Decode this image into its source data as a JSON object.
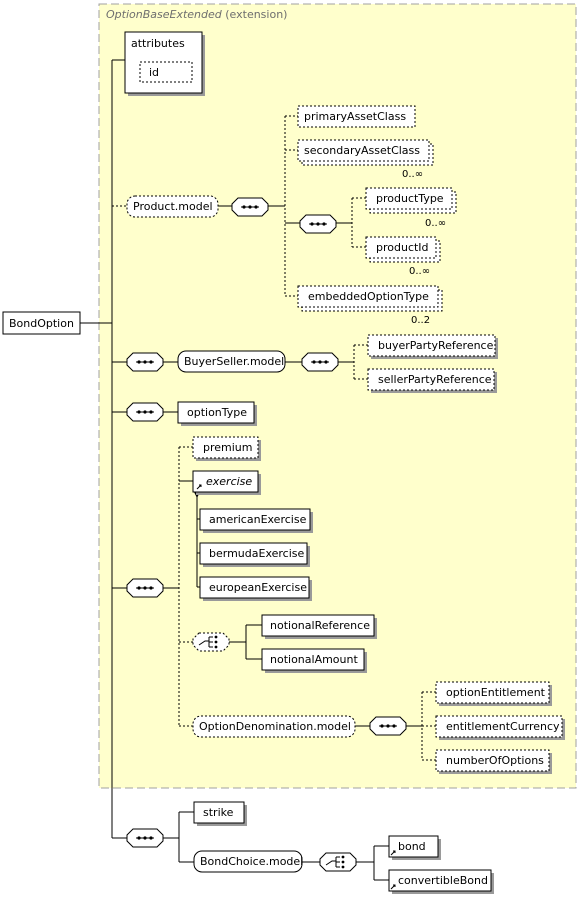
{
  "extension": {
    "base_type": "OptionBaseExtended",
    "kind": "(extension)",
    "fill": "#ffffcc",
    "border": "#a0a0a0"
  },
  "root": {
    "label": "BondOption"
  },
  "attributes": {
    "label": "attributes",
    "id": "id"
  },
  "product": {
    "group": "Product.model",
    "primaryAssetClass": "primaryAssetClass",
    "secondaryAssetClass": "secondaryAssetClass",
    "secondaryAssetClass_card": "0..∞",
    "productType": "productType",
    "productType_card": "0..∞",
    "productId": "productId",
    "productId_card": "0..∞",
    "embeddedOptionType": "embeddedOptionType",
    "embeddedOptionType_card": "0..2"
  },
  "buyer_seller": {
    "group": "BuyerSeller.model",
    "buyerPartyReference": "buyerPartyReference",
    "sellerPartyReference": "sellerPartyReference"
  },
  "option_type": "optionType",
  "exercise_seq": {
    "premium": "premium",
    "exercise": "exercise",
    "americanExercise": "americanExercise",
    "bermudaExercise": "bermudaExercise",
    "europeanExercise": "europeanExercise",
    "notionalReference": "notionalReference",
    "notionalAmount": "notionalAmount",
    "denomination": "OptionDenomination.model",
    "optionEntitlement": "optionEntitlement",
    "entitlementCurrency": "entitlementCurrency",
    "numberOfOptions": "numberOfOptions"
  },
  "strike_seq": {
    "strike": "strike",
    "bond_choice": "BondChoice.model",
    "bond": "bond",
    "convertibleBond": "convertibleBond"
  }
}
